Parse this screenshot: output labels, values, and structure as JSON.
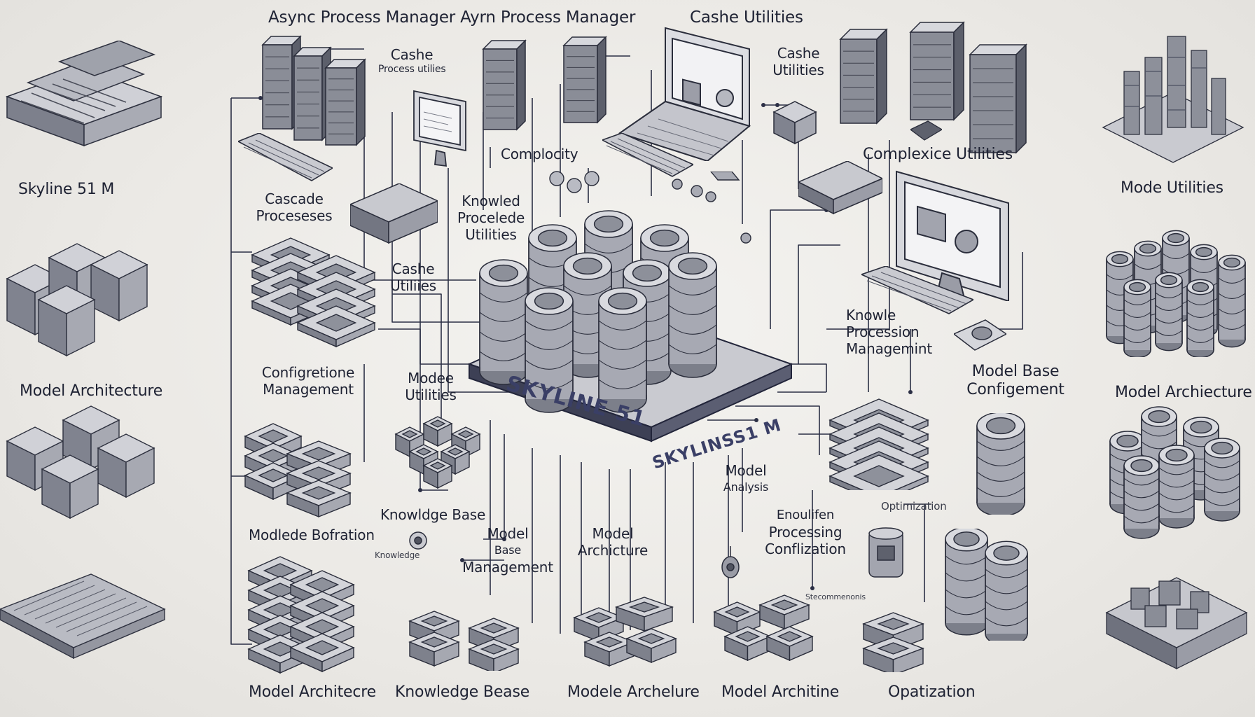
{
  "labels": {
    "top_title": "Async Process Manager Ayrn Process Manager",
    "top_cache": "Cashe Utilities",
    "cashe_process": [
      "Cashe",
      "Process utilies"
    ],
    "cashe_utilities_r": [
      "Cashe",
      "Utilities"
    ],
    "complocity": "Complocity",
    "complexity_utilities": "Complexice Utilities",
    "skyline_left": "Skyline 51 M",
    "mode_utilities": "Mode Utilities",
    "cascade_processes": [
      "Cascade",
      "Proceseses"
    ],
    "knowledge_utilities": [
      "Knowled",
      "Procelede",
      "Utilities"
    ],
    "cashe_utilities_mid": [
      "Cashe",
      "Utiliies"
    ],
    "knowledge_processing": [
      "Knowle",
      "Procession",
      "Managemint"
    ],
    "model_architecture_left": "Model Architecture",
    "model_architecture_right": "Model Archiecture",
    "config_management": [
      "Configretione",
      "Management"
    ],
    "modee_utilities": [
      "Modee",
      "Utilities"
    ],
    "model_base_config": [
      "Model Base",
      "Configement"
    ],
    "model_analysis": [
      "Model",
      "Analysis"
    ],
    "optimization_small": "Optimization",
    "knowledge_base_mid": "Knowldge Base",
    "model_base_management": [
      "Model",
      "Base",
      "Management"
    ],
    "model_archicture_mid": [
      "Model",
      "Archicture"
    ],
    "processing_config": [
      "Enoulifen",
      "Processing",
      "Conflization"
    ],
    "modele_bofration": "Modlede Bofration",
    "small_caption_1": "Knowledge",
    "small_caption_2": "Stecommenonis",
    "plate_left": "SKYLINE 51",
    "plate_right": "SKYLINSS1 M",
    "bottom": [
      "Model Architecre",
      "Knowledge Bease",
      "Modele Archelure",
      "Model Architine",
      "Opatization"
    ]
  },
  "colors": {
    "background": "#eceae6",
    "line": "#2b2f45",
    "metal_light": "#d4d5da",
    "metal_mid": "#9a9ca6",
    "metal_dark": "#4c4f5c"
  },
  "icons": [
    "server-rack-icon",
    "laptop-icon",
    "monitor-icon",
    "keyboard-icon",
    "database-cylinder-icon",
    "storage-block-icon",
    "switch-tray-icon",
    "mouse-icon",
    "cable-plug-icon"
  ]
}
